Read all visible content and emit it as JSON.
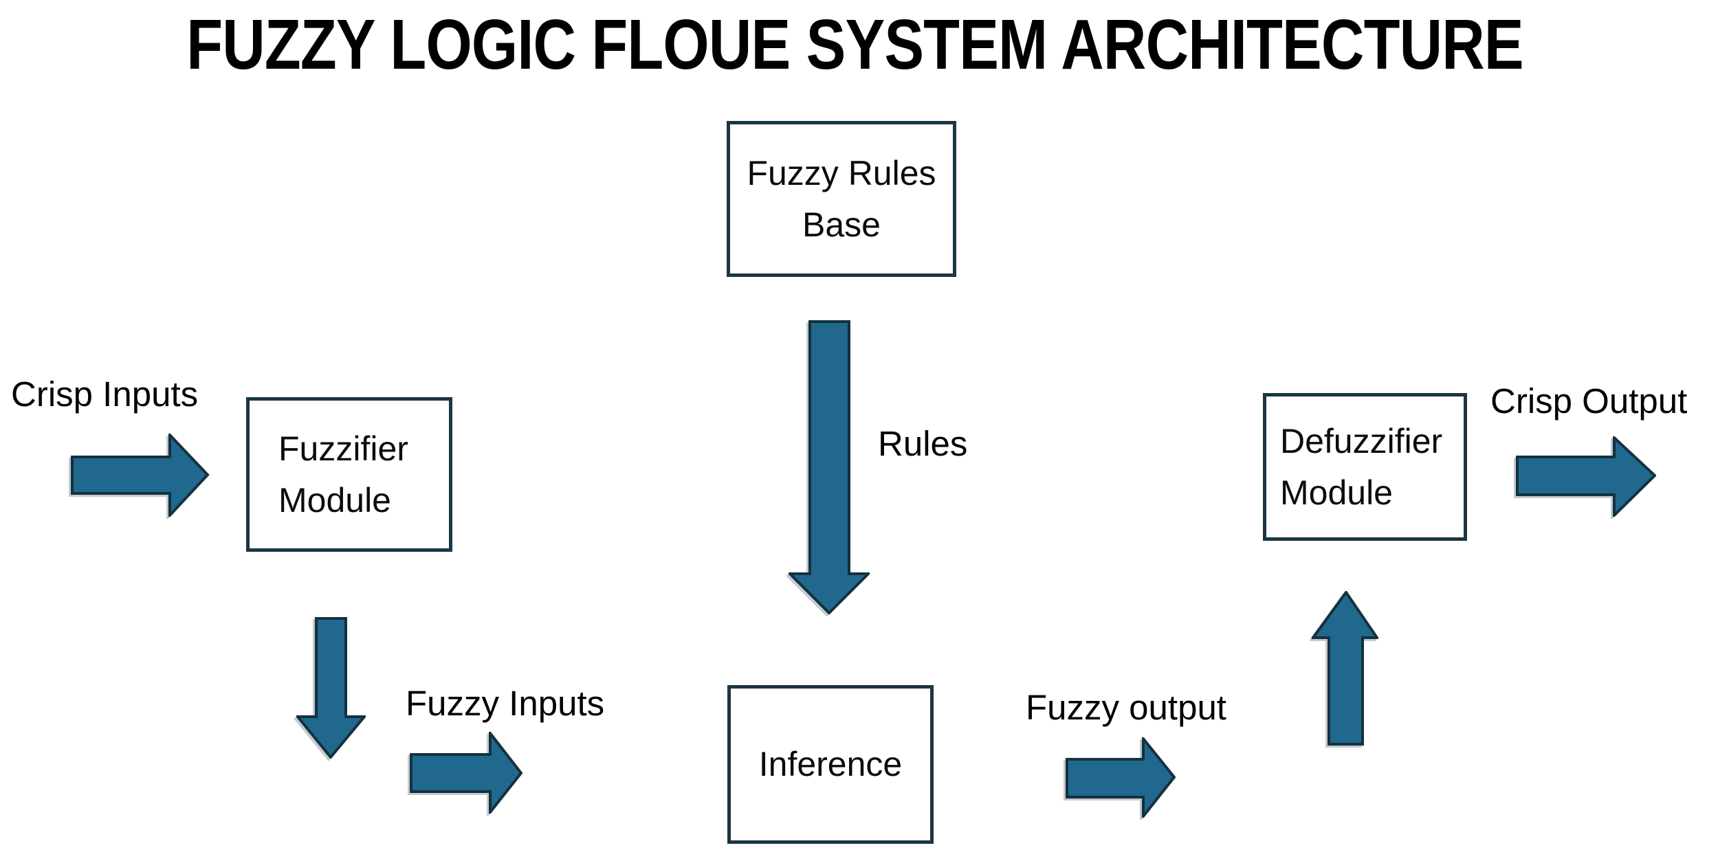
{
  "title": "FUZZY LOGIC FLOUE SYSTEM ARCHITECTURE",
  "colors": {
    "arrow_fill": "#20688E",
    "arrow_stroke": "#14313F",
    "box_border": "#1B3644",
    "background": "#FFFFFF",
    "text": "#000000"
  },
  "nodes": {
    "fuzzy_rules_base": {
      "line1": "Fuzzy Rules",
      "line2": "Base"
    },
    "fuzzifier": {
      "line1": "Fuzzifier",
      "line2": "Module"
    },
    "inference": {
      "label": "Inference"
    },
    "defuzzifier": {
      "line1": "Defuzzifier",
      "line2": "Module"
    }
  },
  "labels": {
    "crisp_inputs": "Crisp Inputs",
    "rules": "Rules",
    "fuzzy_inputs": "Fuzzy Inputs",
    "fuzzy_output": "Fuzzy output",
    "crisp_output": "Crisp Output"
  },
  "icons": {
    "crisp_inputs_arrow": "arrow-right",
    "fuzzifier_down_arrow": "arrow-down",
    "fuzzy_inputs_arrow": "arrow-right",
    "rules_down_arrow": "arrow-down",
    "fuzzy_output_arrow": "arrow-right",
    "defuzzifier_up_arrow": "arrow-up",
    "crisp_output_arrow": "arrow-right"
  }
}
